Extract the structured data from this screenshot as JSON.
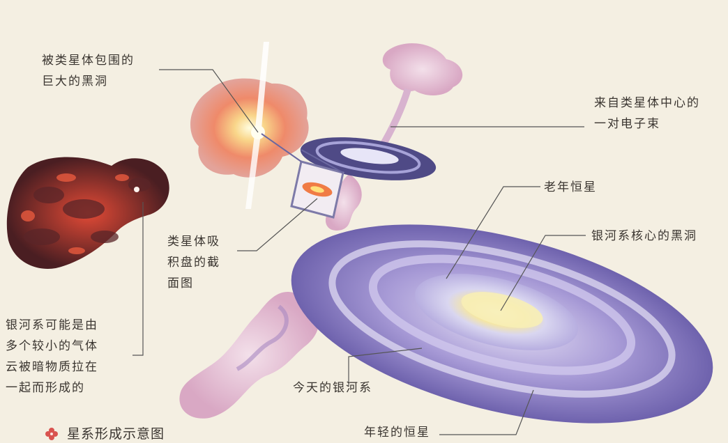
{
  "labels": {
    "quasar_black_hole": [
      "被类星体包围的",
      "巨大的黑洞"
    ],
    "electron_beams": [
      "来自类星体中心的",
      "一对电子束"
    ],
    "old_stars": "老年恒星",
    "core_black_hole": "银河系核心的黑洞",
    "accretion_section": [
      "类星体吸",
      "积盘的截",
      "面图"
    ],
    "gas_clouds": [
      "银河系可能是由",
      "多个较小的气体",
      "云被暗物质拉在",
      "一起而形成的"
    ],
    "today_galaxy": "今天的银河系",
    "young_stars": "年轻的恒星"
  },
  "caption": {
    "icon": "flower-mark-icon",
    "text": "星系形成示意图"
  },
  "colors": {
    "background": "#f4efe2",
    "galaxy": "#8a7fc4",
    "gas_cloud": "#c23a2a",
    "quasar": "#e9785a",
    "line": "#555555"
  }
}
